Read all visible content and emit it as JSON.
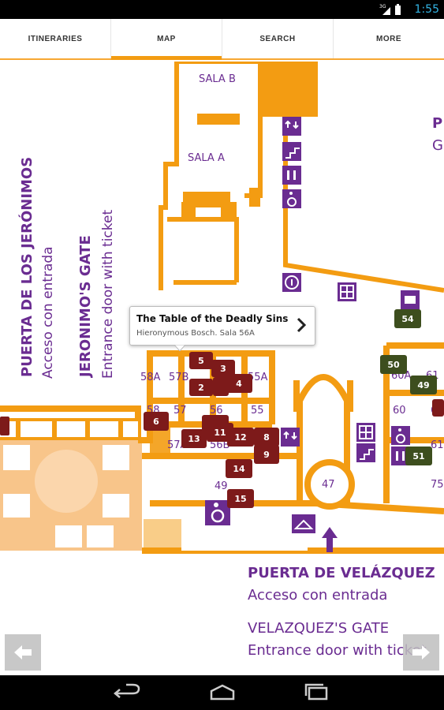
{
  "status_bar": {
    "time": "1:55",
    "signal_label": "3G"
  },
  "tabs": [
    {
      "label": "ITINERARIES",
      "active": false
    },
    {
      "label": "MAP",
      "active": true
    },
    {
      "label": "SEARCH",
      "active": false
    },
    {
      "label": "MORE",
      "active": false
    }
  ],
  "map": {
    "rooms": {
      "sala_b": "SALA B",
      "sala_a": "SALA A",
      "r58a": "58A",
      "r57b": "57B",
      "r55a": "55A",
      "r58": "58",
      "r57": "57",
      "r56": "56",
      "r55": "55",
      "r57a": "57A",
      "r56b": "56B",
      "r49": "49",
      "r47": "47",
      "r60a": "60A",
      "r61": "61",
      "r60": "60",
      "r61b": "61",
      "r61c": "61",
      "r75": "75"
    },
    "gates": {
      "jeronimos_es": "PUERTA DE LOS JERÓNIMOS",
      "jeronimos_es_sub": "Acceso con entrada",
      "jeronimos_en": "JERONIMO'S GATE",
      "jeronimos_en_sub": "Entrance door with ticket",
      "velazquez_es": "PUERTA DE VELÁZQUEZ",
      "velazquez_es_sub": "Acceso con entrada",
      "velazquez_en": "VELAZQUEZ'S GATE",
      "velazquez_en_sub": "Entrance door with ticket",
      "right_edge_p": "P",
      "right_edge_g": "G"
    },
    "markers_red": [
      "5",
      "3",
      "4",
      "2",
      "6",
      "13",
      "11",
      "12",
      "8",
      "9",
      "14",
      "15"
    ],
    "markers_green": [
      "54",
      "50",
      "49",
      "51"
    ]
  },
  "callout": {
    "title": "The Table of the Deadly Sins",
    "subtitle": "Hieronymous Bosch. Sala 56A"
  }
}
